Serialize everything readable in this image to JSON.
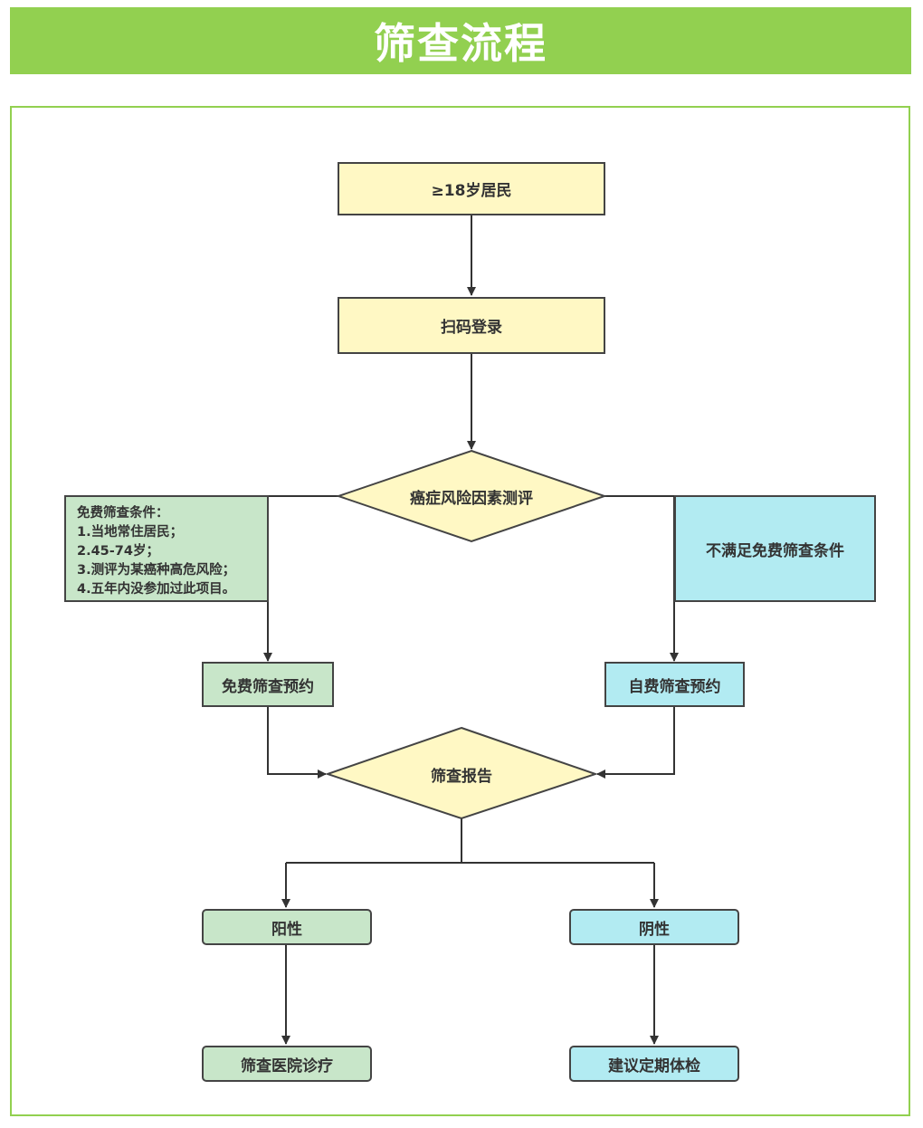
{
  "title": "筛查流程",
  "nodes": {
    "residents": "≥18岁居民",
    "scan_login": "扫码登录",
    "risk_assessment": "癌症风险因素测评",
    "free_conditions": {
      "heading": "免费筛查条件：",
      "items": [
        "1.当地常住居民；",
        "2.45-74岁；",
        "3.测评为某癌种高危风险；",
        "4.五年内没参加过此项目。"
      ]
    },
    "not_eligible": "不满足免费筛查条件",
    "free_booking": "免费筛查预约",
    "self_paid_booking": "自费筛查预约",
    "screening_report": "筛查报告",
    "positive": "阳性",
    "negative": "阴性",
    "hospital_treatment": "筛查医院诊疗",
    "regular_checkup": "建议定期体检"
  },
  "colors": {
    "title_bar": "#92d050",
    "frame_border": "#92d050",
    "yellow_fill": "#fff8c4",
    "green_fill": "#c8e6c9",
    "cyan_fill": "#b2ebf2",
    "line": "#333333"
  }
}
